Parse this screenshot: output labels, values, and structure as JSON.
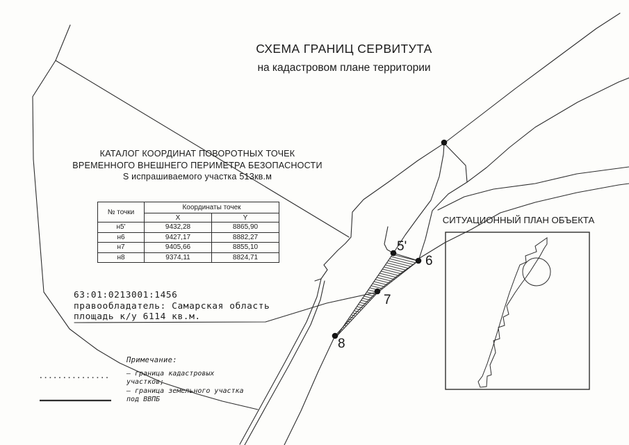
{
  "colors": {
    "ink": "#2d2d2d",
    "paper": "#fdfdfb"
  },
  "title": {
    "line1": "СХЕМА ГРАНИЦ СЕРВИТУТА",
    "line2": "на кадастровом плане территории"
  },
  "catalog": {
    "line1": "КАТАЛОГ КООРДИНАТ ПОВОРОТНЫХ ТОЧЕК",
    "line2": "ВРЕМЕННОГО ВНЕШНЕГО ПЕРИМЕТРА БЕЗОПАСНОСТИ",
    "line3": "S испрашиваемого участка 513кв.м"
  },
  "table": {
    "col_point": "№ точки",
    "col_coords": "Координаты точек",
    "col_x": "X",
    "col_y": "Y",
    "rows": [
      {
        "point": "н5'",
        "x": "9432,28",
        "y": "8865,90"
      },
      {
        "point": "н6",
        "x": "9427,17",
        "y": "8882,27"
      },
      {
        "point": "н7",
        "x": "9405,66",
        "y": "8855,10"
      },
      {
        "point": "н8",
        "x": "9374,11",
        "y": "8824,71"
      }
    ]
  },
  "parcel": {
    "cadastral_number": "63:01:0213001:1456",
    "owner_line": "правообладатель: Самарская область",
    "area_line": "площадь к/у 6114 кв.м."
  },
  "situational_plan": {
    "label": "СИТУАЦИОННЫЙ ПЛАН ОБЪЕКТА"
  },
  "legend": {
    "heading": "Примечание:",
    "item1_line1": "– граница кадастровых",
    "item1_line2": "участков;",
    "item2_line1": "– граница земельного участка",
    "item2_line2": "под ВВПБ"
  },
  "points": [
    {
      "label": "5'"
    },
    {
      "label": "6"
    },
    {
      "label": "7"
    },
    {
      "label": "8"
    }
  ]
}
